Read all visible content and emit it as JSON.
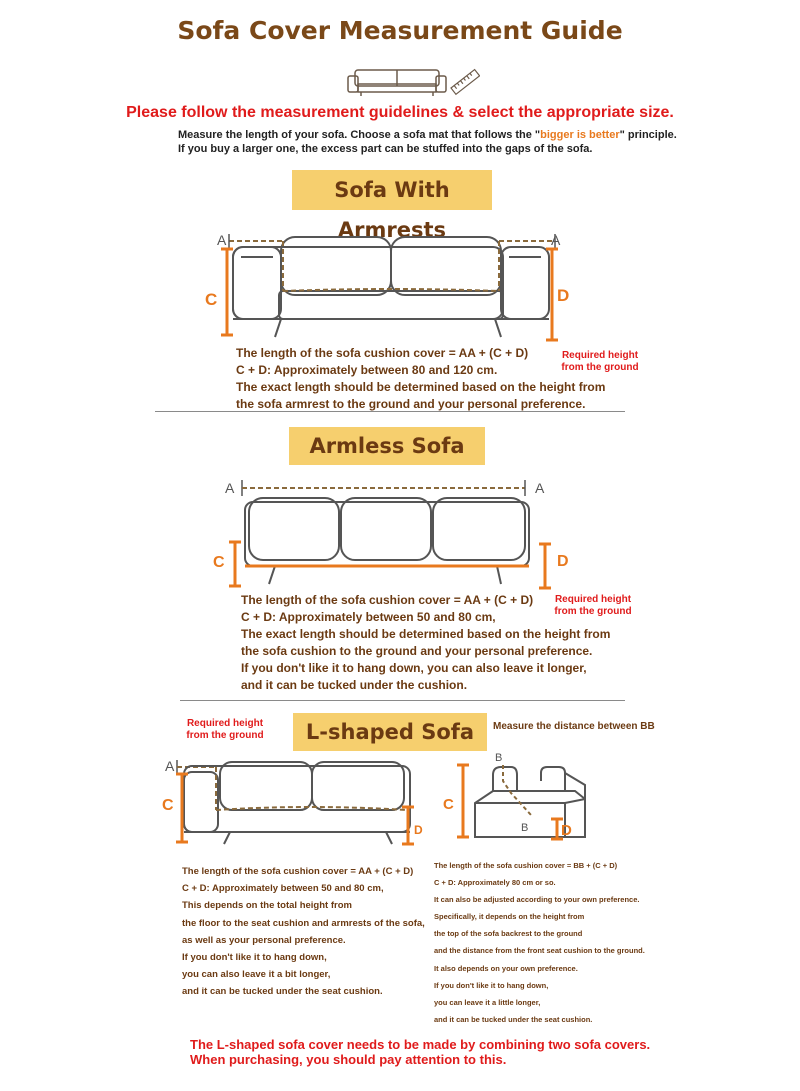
{
  "title": "Sofa Cover Measurement Guide",
  "notice": "Please follow the measurement guidelines & select the appropriate size.",
  "measure": {
    "line1_pre": "Measure the length of your sofa. Choose a sofa mat that follows the \"",
    "line1_hl": "bigger is better",
    "line1_post": "\" principle.",
    "line2": "If you buy a larger one, the excess part can be stuffed into the gaps of the sofa."
  },
  "colors": {
    "banner": "#f6cf6e",
    "text": "#6b3a12",
    "orange": "#e8791e",
    "red": "#e01b1b"
  },
  "icons": [
    "sofa-icon",
    "ruler-icon"
  ],
  "armrests": {
    "banner": "Sofa With Armrests",
    "letters": {
      "a": "A",
      "c": "C",
      "d": "D"
    },
    "required": [
      "Required height",
      "from the ground"
    ],
    "lines": [
      "The length of the sofa cushion cover = AA + (C + D)",
      "C + D: Approximately between 80 and 120 cm.",
      "The exact length should be determined based on the height from",
      "the sofa armrest to the ground and your personal preference."
    ]
  },
  "armless": {
    "banner": "Armless Sofa",
    "letters": {
      "a": "A",
      "c": "C",
      "d": "D"
    },
    "required": [
      "Required height",
      "from the ground"
    ],
    "lines": [
      "The length of the sofa cushion cover = AA + (C + D)",
      "C + D: Approximately between 50 and 80 cm,",
      "The exact length should be determined based on the height from",
      "the sofa cushion to the ground and your personal preference.",
      "If you don't like it to hang down, you can also leave it longer,",
      "and it can be tucked under the cushion."
    ]
  },
  "lshaped": {
    "banner": "L-shaped Sofa",
    "required": [
      "Required height",
      "from the ground"
    ],
    "measure_bb": "Measure the distance between BB",
    "letters": {
      "a": "A",
      "b": "B",
      "c": "C",
      "d": "D"
    },
    "left_lines": [
      "The length of the sofa cushion cover = AA + (C + D)",
      "C + D: Approximately between 50 and 80 cm,",
      "This depends on the total height from",
      "the floor to the seat cushion and armrests of the sofa,",
      "as well as your personal preference.",
      "If you don't like it to hang down,",
      "you can also leave it a bit longer,",
      "and it can be tucked under the seat cushion."
    ],
    "right_lines": [
      "The length of the sofa cushion cover = BB + (C + D)",
      "C + D: Approximately 80 cm or so.",
      "It can also be adjusted according to your own preference.",
      "Specifically, it depends on the height from",
      "the top of the sofa backrest to the ground",
      "and the distance from the front seat cushion to the ground.",
      "It also depends on your own preference.",
      "If you don't like it to hang down,",
      "you can leave it a little longer,",
      "and it can be tucked under the seat cushion."
    ]
  },
  "bottom": [
    "The L-shaped sofa cover needs to be made by combining two sofa covers.",
    "When purchasing, you should pay attention to this."
  ]
}
